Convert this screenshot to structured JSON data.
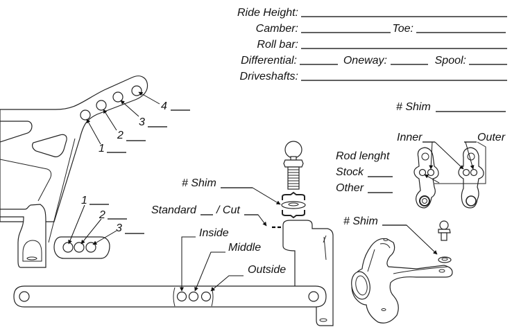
{
  "form": {
    "ride_height": {
      "label": "Ride Height:",
      "value": ""
    },
    "camber": {
      "label": "Camber:",
      "value": ""
    },
    "toe": {
      "label": "Toe:",
      "value": ""
    },
    "roll_bar": {
      "label": "Roll bar:",
      "value": ""
    },
    "differential": {
      "label": "Differential:",
      "value": ""
    },
    "oneway": {
      "label": "Oneway:",
      "value": ""
    },
    "spool": {
      "label": "Spool:",
      "value": ""
    },
    "driveshafts": {
      "label": "Driveshafts:",
      "value": ""
    }
  },
  "shock_tower": {
    "holes": [
      {
        "label": "1",
        "value": ""
      },
      {
        "label": "2",
        "value": ""
      },
      {
        "label": "3",
        "value": ""
      },
      {
        "label": "4",
        "value": ""
      }
    ]
  },
  "lower_mount": {
    "holes": [
      {
        "label": "1",
        "value": ""
      },
      {
        "label": "2",
        "value": ""
      },
      {
        "label": "3",
        "value": ""
      }
    ]
  },
  "ball_stud": {
    "shim_label": "# Shim",
    "shim_value": "",
    "standard_label": "Standard",
    "cut_label": "/ Cut",
    "standard_value": "",
    "cut_value": ""
  },
  "lower_arm": {
    "positions": [
      {
        "label": "Inside"
      },
      {
        "label": "Middle"
      },
      {
        "label": "Outside"
      }
    ]
  },
  "steering": {
    "shim_label": "# Shim",
    "shim_value": "",
    "inner_label": "Inner",
    "outer_label": "Outer",
    "rod_length_label": "Rod lenght",
    "stock_label": "Stock",
    "other_label": "Other"
  },
  "knuckle": {
    "shim_label": "# Shim",
    "shim_value": ""
  }
}
